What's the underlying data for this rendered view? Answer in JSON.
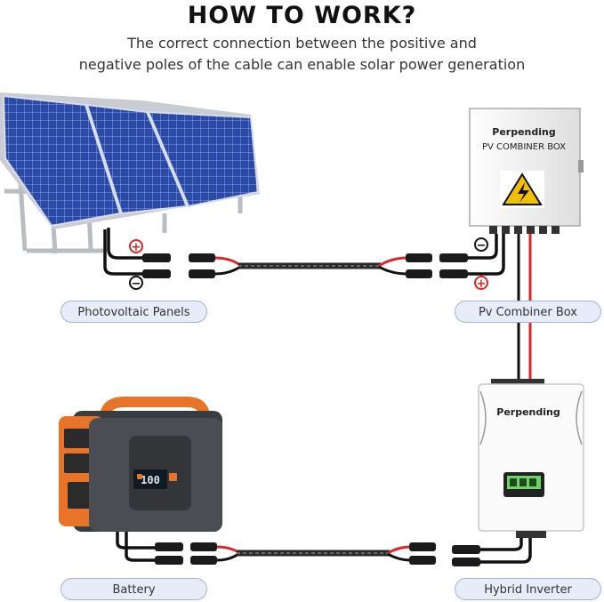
{
  "header": {
    "title": "HOW TO WORK?",
    "subtitle_line1": "The correct connection between the positive and",
    "subtitle_line2": "negative poles of the cable can enable solar power generation"
  },
  "labels": {
    "photovoltaic_panels": "Photovoltaic Panels",
    "pv_combiner_box": "Pv Combiner Box",
    "battery": "Battery",
    "hybrid_inverter": "Hybrid Inverter"
  },
  "combiner_box": {
    "brand": "Perpending",
    "model": "PV COMBINER BOX"
  },
  "inverter": {
    "brand": "Perpending"
  },
  "battery_display": {
    "reading": "100"
  },
  "polarity": {
    "positive": "+",
    "negative": "−"
  },
  "colors": {
    "positive": "#d62828",
    "negative": "#111111",
    "pill_bg": "#e6ecf8",
    "pill_border": "#9fb4dd",
    "panel_blue": "#2b4aa8",
    "battery_orange": "#e8742a"
  }
}
